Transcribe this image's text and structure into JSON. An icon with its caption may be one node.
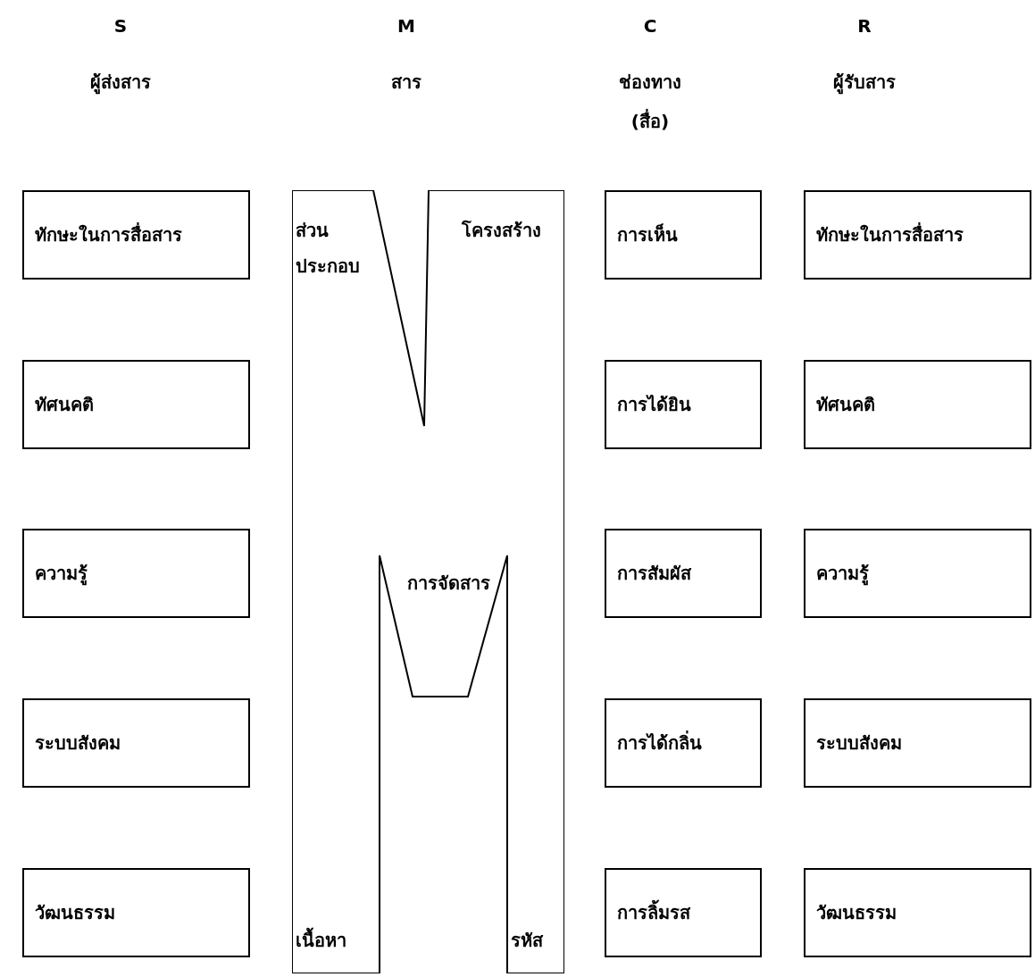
{
  "diagram": {
    "nodes": [
      {
        "text": [
          "ทักษะในการสื่อสาร"
        ]
      },
      {
        "text": [
          "ทัศนคติ"
        ]
      },
      {
        "text": [
          "ความรู้"
        ]
      },
      {
        "text": [
          "ระบบสังคม"
        ]
      },
      {
        "text": [
          "วัฒนธรรม"
        ]
      },
      {
        "text": [
          "ส่วนประกอบ",
          "โครงสร้าง",
          "การจัดสาร",
          "เนื้อหา",
          "รหัส"
        ]
      },
      {
        "text": [
          "การเห็น"
        ]
      },
      {
        "text": [
          "การได้ยิน"
        ]
      },
      {
        "text": [
          "การสัมผัส"
        ]
      },
      {
        "text": [
          "การได้กลิ่น"
        ]
      },
      {
        "text": [
          "การลิ้มรส"
        ]
      },
      {
        "text": [
          "ทักษะในการสื่อสาร"
        ]
      },
      {
        "text": [
          "ทัศนคติ"
        ]
      },
      {
        "text": [
          "ความรู้"
        ]
      },
      {
        "text": [
          "ระบบสังคม"
        ]
      },
      {
        "text": [
          "วัฒนธรรม"
        ]
      }
    ],
    "labels": [
      "S",
      "M",
      "C",
      "R",
      "ผู้ส่งสาร",
      "สาร",
      "ช่องทาง",
      "ผู้รับสาร",
      "(สื่อ)"
    ]
  }
}
